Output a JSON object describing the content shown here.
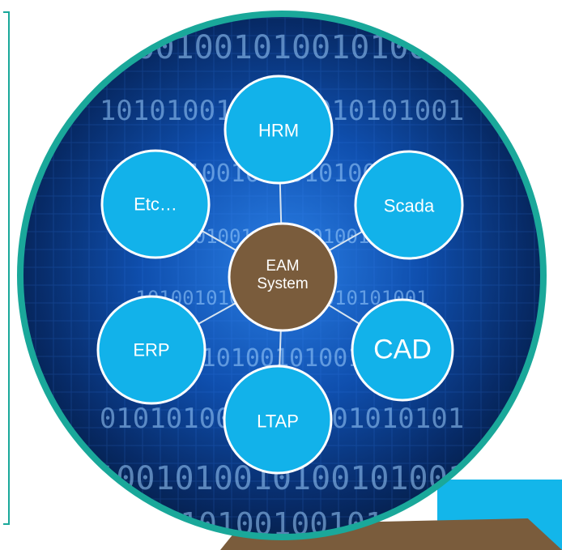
{
  "colors": {
    "frame": "#1aa89a",
    "node_fill": "#12b2ea",
    "node_border": "#ffffff",
    "center_fill": "#7a5c3c",
    "accent_cyan": "#13b6ea",
    "accent_brown": "#7a5c3c",
    "background_dark": "#041a3d",
    "background_glow": "#1e6ad6"
  },
  "background": {
    "binary_rows": [
      "0100100101001010010",
      "1010100101001010101001",
      "101010010100101001010",
      "0101101001010010100100101",
      "1010010100101010010101001",
      "01001010100101001010100",
      "0101010010101001010101",
      "1001010010100101001",
      "0101001001010"
    ]
  },
  "diagram": {
    "center": {
      "label_line1": "EAM",
      "label_line2": "System"
    },
    "nodes": [
      {
        "id": "hrm",
        "label": "HRM"
      },
      {
        "id": "scada",
        "label": "Scada"
      },
      {
        "id": "cad",
        "label": "CAD"
      },
      {
        "id": "ltap",
        "label": "LTAP"
      },
      {
        "id": "erp",
        "label": "ERP"
      },
      {
        "id": "etc",
        "label": "Etc…"
      }
    ]
  }
}
